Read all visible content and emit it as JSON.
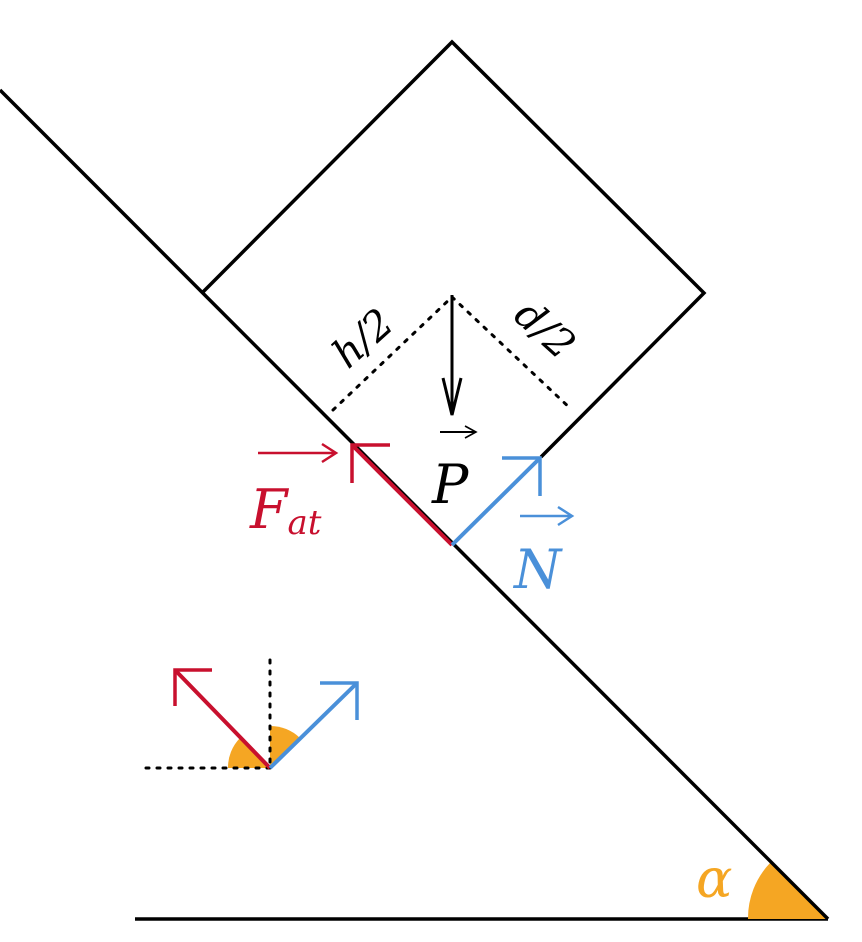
{
  "labels": {
    "friction_letter": "F",
    "friction_subscript": "at",
    "normal": "N",
    "weight": "P",
    "half_height": "h/2",
    "half_width": "d/2",
    "angle": "α"
  },
  "colors": {
    "friction": "#c8102e",
    "normal": "#4a90d9",
    "angle": "#f5a623",
    "line": "#000000"
  }
}
